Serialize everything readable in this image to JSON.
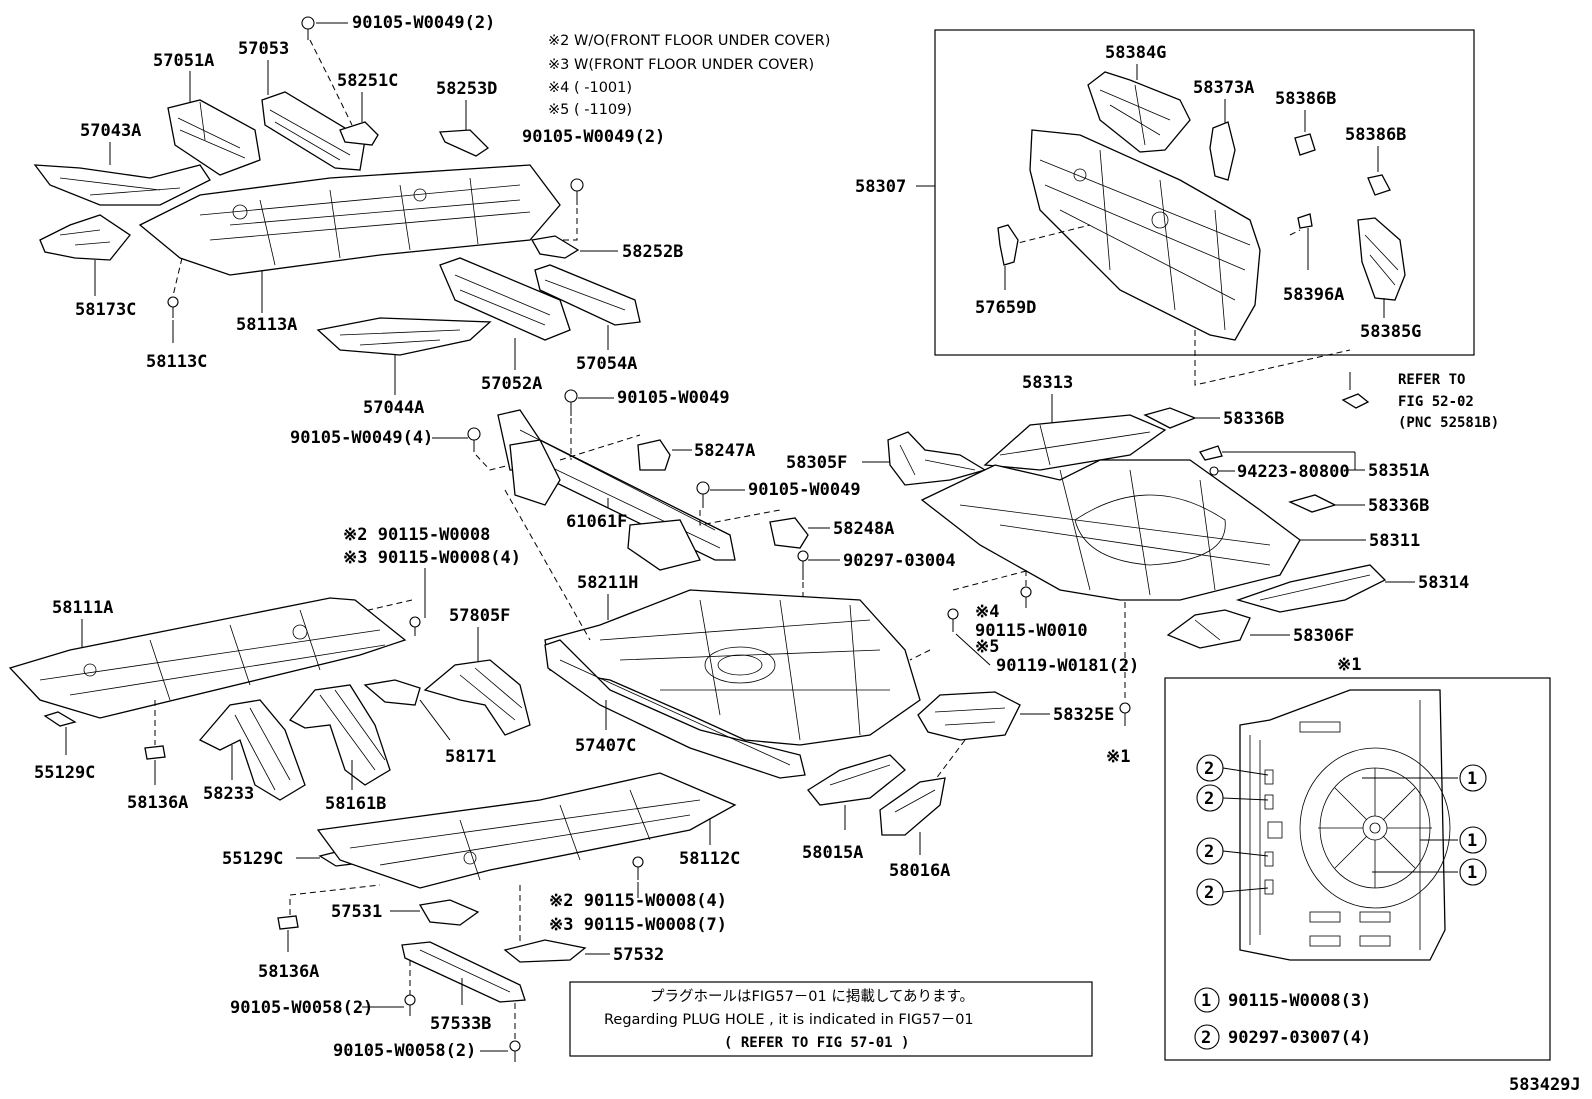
{
  "notes": {
    "n2": "※2 W/O(FRONT FLOOR UNDER COVER)",
    "n3": "※3 W(FRONT FLOOR UNDER COVER)",
    "n4": "※4 (     -1001)",
    "n5": "※5 (     -1109)"
  },
  "parts": {
    "b_top": "90105-W0049(2)",
    "p57051A": "57051A",
    "p57053": "57053",
    "p58251C": "58251C",
    "p58253D": "58253D",
    "p57043A": "57043A",
    "b_mid": "90105-W0049(2)",
    "p58173C": "58173C",
    "p58113A": "58113A",
    "p58113C": "58113C",
    "p58252B": "58252B",
    "p57044A": "57044A",
    "p57052A": "57052A",
    "p57054A": "57054A",
    "b_4": "90105-W0049(4)",
    "b_a": "90105-W0049",
    "p58247A": "58247A",
    "b_b": "90105-W0049",
    "p61061F": "61061F",
    "p58248A": "58248A",
    "b_90297": "90297-03004",
    "c2_w0008": "※2 90115-W0008",
    "c3_w0008": "※3 90115-W0008(4)",
    "p58111A": "58111A",
    "p57805F": "57805F",
    "p58211H": "58211H",
    "p55129C_1": "55129C",
    "p58136A_1": "58136A",
    "p58233": "58233",
    "p58161B": "58161B",
    "p58171": "58171",
    "p57407C": "57407C",
    "p55129C_2": "55129C",
    "p58112C": "58112C",
    "c2_w0008_4": "※2 90115-W0008(4)",
    "c3_w0008_7": "※3 90115-W0008(7)",
    "p57531": "57531",
    "p58136A_2": "58136A",
    "p57532": "57532",
    "b_w0058_a": "90105-W0058(2)",
    "p57533B": "57533B",
    "b_w0058_b": "90105-W0058(2)",
    "p58384G": "58384G",
    "p58373A": "58373A",
    "p58386B_1": "58386B",
    "p58386B_2": "58386B",
    "p58307": "58307",
    "p58396A": "58396A",
    "p57659D": "57659D",
    "p58385G": "58385G",
    "refer1": "REFER TO",
    "refer2": "FIG 52-02",
    "refer3": "(PNC 52581B)",
    "p58313": "58313",
    "p58336B_1": "58336B",
    "p58305F": "58305F",
    "b_94223": "94223-80800",
    "p58351A": "58351A",
    "p58336B_2": "58336B",
    "p58311": "58311",
    "p58314": "58314",
    "p58306F": "58306F",
    "c4_w0010": "※4",
    "b_w0010": "90115-W0010",
    "c5": "※5",
    "b_w0181": "90119-W0181(2)",
    "p58325E": "58325E",
    "p58015A": "58015A",
    "p58016A": "58016A",
    "ref1": "※1"
  },
  "inset": {
    "title": "※1",
    "c1": "1",
    "c2": "2",
    "legend1": "90115-W0008(3)",
    "legend2": "90297-03007(4)"
  },
  "plug_note": {
    "line1": "プラグホールはFIG57－01 に掲載してあります。",
    "line2": "Regarding  PLUG HOLE , it is indicated in FIG57－01",
    "line3": "(  REFER TO FIG 57-01  )"
  },
  "figure_code": "583429J"
}
